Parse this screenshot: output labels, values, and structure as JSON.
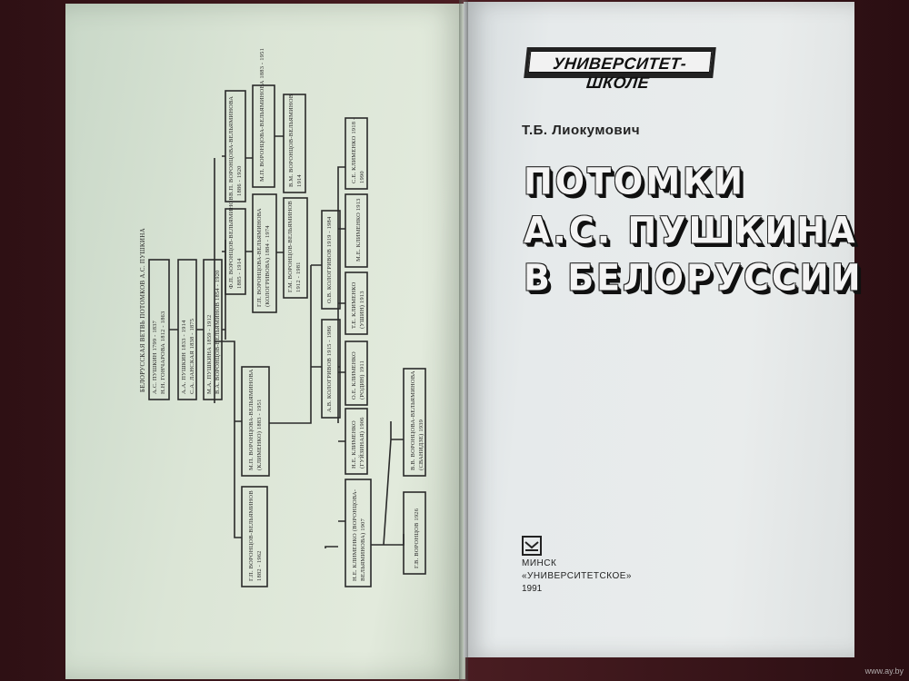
{
  "title_page": {
    "series": "УНИВЕРСИТЕТ-ШКОЛЕ",
    "author": "Т.Б. Лиокумович",
    "title_lines": [
      "ПОТОМКИ",
      "А.С. ПУШКИНА",
      "В БЕЛОРУССИИ"
    ],
    "city": "МИНСК",
    "publisher": "«УНИВЕРСИТЕТСКОЕ»",
    "year": "1991"
  },
  "tree": {
    "heading": "БЕЛОРУССКАЯ ВЕТВЬ ПОТОМКОВ А.С. ПУШКИНА",
    "root_lines": [
      "А.С. ПУШКИН 1799 - 1837",
      "Н.Н. ГОНЧАРОВА 1812 - 1863"
    ],
    "gen1_lines": [
      "А.А. ПУШКИН 1833 - 1914",
      "С.А. ЛАНСКАЯ 1838 - 1875"
    ],
    "gen2_lines": [
      "М.А. ПУШКИНА 1859 - 1912",
      "В.А. ВОРОНЦОВ-ВЕЛЬЯМИНОВ 1854 - 1920"
    ],
    "gen3a_lines": [
      "Ф.П. ВОРОНЦОВ-ВЕЛЬЯМИНОВ",
      "1885 - 1914"
    ],
    "gen3b_lines": [
      "В.П. ВОРОНЦОВА-ВЕЛЬЯМИНОВА",
      "1886 - 1920"
    ],
    "gen4a_lines": [
      "Г.П. ВОРОНЦОВА-ВЕЛЬЯМИНОВА",
      "(КОЛОГРИВОВА) 1884 - 1974"
    ],
    "gen4b_lines": [
      "М.П. ВОРОНЦОВА-ВЕЛЬЯМИНОВА 1883 - 1951"
    ],
    "gen4c_lines": [
      "Г.М. ВОРОНЦОВ-ВЕЛЬЯМИНОВ",
      "1912 - 1981"
    ],
    "gen4d_lines": [
      "В.М. ВОРОНЦОВ-ВЕЛЬЯМИНОВ",
      "1914"
    ],
    "gen5_lines": [
      "М.П. ВОРОНЦОВА-ВЕЛЬЯМИНОВА",
      "(КЛИМЕНКО) 1883 - 1951"
    ],
    "gen6_lines": [
      "Г.П. ВОРОНЦОВ-ВЕЛЬЯМИНОВ",
      "1882 - 1962"
    ],
    "kolo1_lines": [
      "А.В. КОЛОГРИВОВ 1915 - 1986"
    ],
    "kolo2_lines": [
      "О.В. КОЛОГРИВОВ 1919 - 1984"
    ],
    "klim1_lines": [
      "О.Е. КЛИМЕНКО",
      "(РОДИН) 1911"
    ],
    "klim2_lines": [
      "Т.Е. КЛИМЕНКО",
      "(УШИН) 1913"
    ],
    "klim3_lines": [
      "М.Е. КЛИМЕНКО 1913"
    ],
    "klim4_lines": [
      "С.Е. КЛИМЕНКО 1918 -",
      "1990"
    ],
    "klim5_lines": [
      "Н.Е. КЛИМЕНКО",
      "(ГУЙЗИНАЯ) 1906"
    ],
    "klim6_lines": [
      "Н.Е. КЛИМЕНКО (ВОРОНЦОВА-",
      "ВЕЛЬЯМИНОВА) 1907"
    ],
    "vor1_lines": [
      "В.В. ВОРОНЦОВА-ВЕЛЬЯМИНОВА",
      "(СВАНИДЗЕ) 1939"
    ],
    "vor2_lines": [
      "Г.В. ВОРОНЦОВ 1926"
    ]
  },
  "watermark": "www.ay.by"
}
